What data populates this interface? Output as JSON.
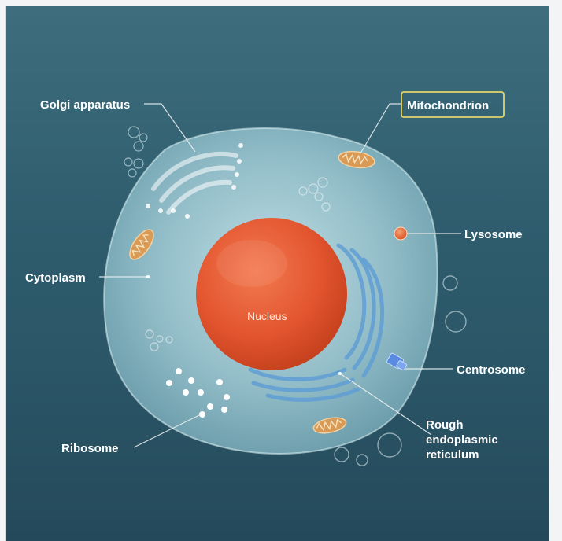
{
  "diagram": {
    "labels": {
      "golgi": "Golgi apparatus",
      "mitochondrion": "Mitochondrion",
      "lysosome": "Lysosome",
      "cytoplasm": "Cytoplasm",
      "nucleus": "Nucleus",
      "centrosome": "Centrosome",
      "ribosome": "Ribosome",
      "rough_er_line1": "Rough",
      "rough_er_line2": "endoplasmic",
      "rough_er_line3": "reticulum"
    },
    "colors": {
      "background": "#2f5d6e",
      "cell": "#a9d3dc",
      "nucleus": "#e2552f",
      "er": "#5f9ed4",
      "highlight_box": "#e3d36a",
      "mitochondrion": "#d99a55"
    }
  }
}
